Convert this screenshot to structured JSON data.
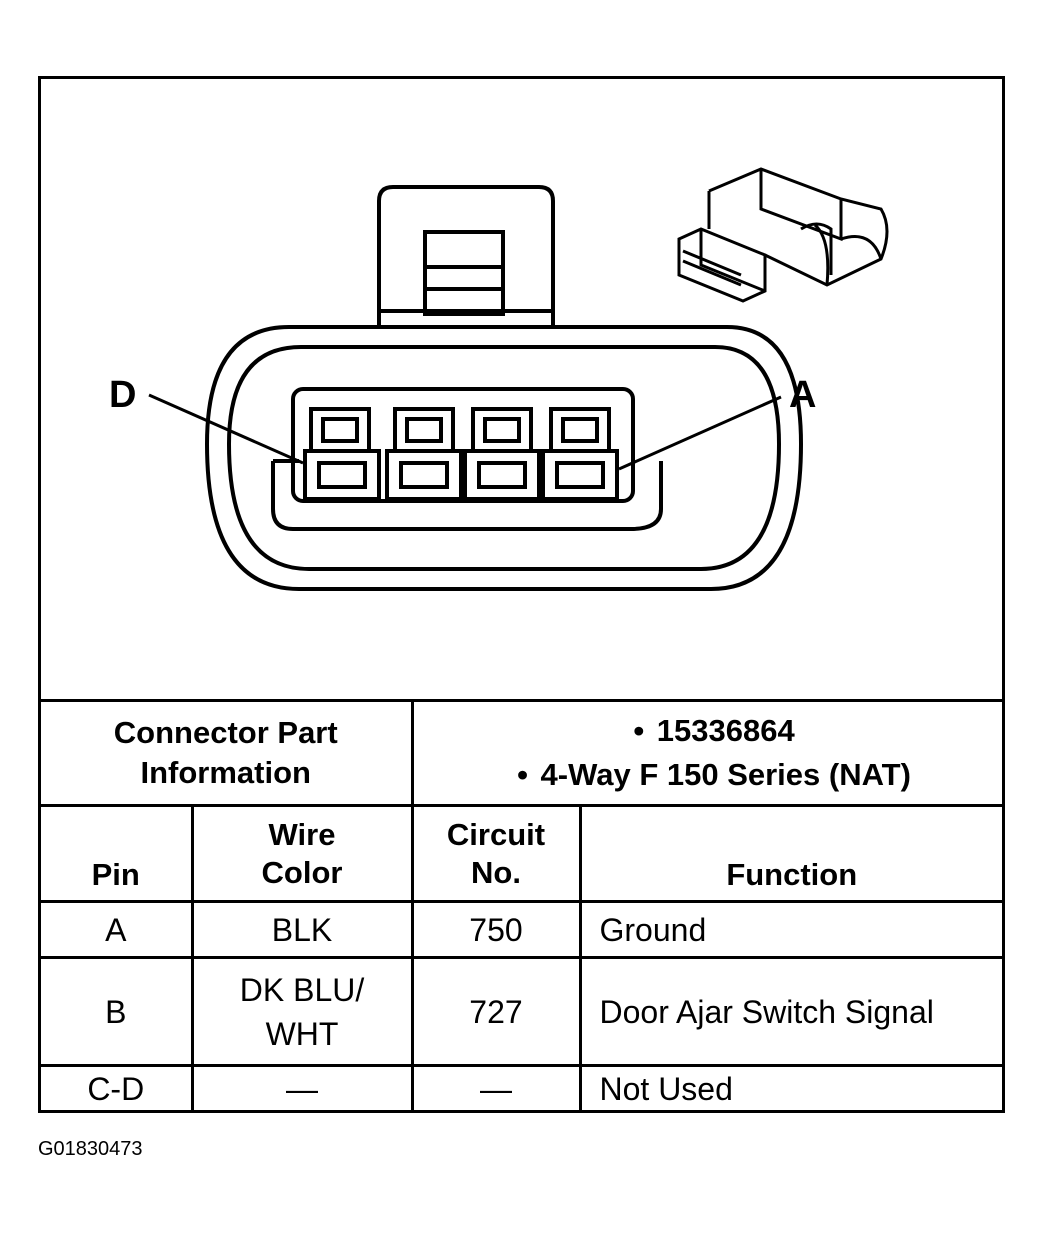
{
  "diagram": {
    "label_left": "D",
    "label_right": "A"
  },
  "connector_info": {
    "label": "Connector Part Information",
    "items": [
      "15336864",
      "4-Way F 150 Series (NAT)"
    ]
  },
  "pin_table": {
    "headers": {
      "pin": "Pin",
      "wire_color_1": "Wire",
      "wire_color_2": "Color",
      "circuit_1": "Circuit",
      "circuit_2": "No.",
      "function": "Function"
    },
    "rows": [
      {
        "pin": "A",
        "wire_1": "BLK",
        "wire_2": "",
        "circuit": "750",
        "function": "Ground"
      },
      {
        "pin": "B",
        "wire_1": "DK BLU/",
        "wire_2": "WHT",
        "circuit": "727",
        "function": "Door Ajar Switch Signal"
      },
      {
        "pin": "C-D",
        "wire_1": "—",
        "wire_2": "",
        "circuit": "—",
        "function": "Not Used"
      }
    ]
  },
  "figure_id": "G01830473"
}
